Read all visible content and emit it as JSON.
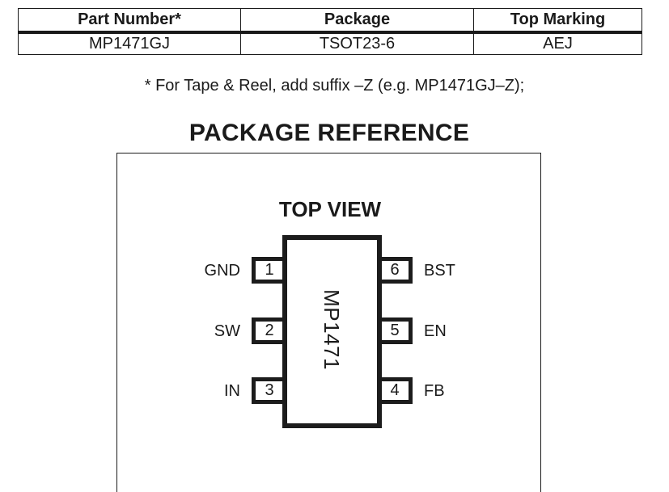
{
  "ordering_table": {
    "headers": [
      "Part Number*",
      "Package",
      "Top Marking"
    ],
    "rows": [
      [
        "MP1471GJ",
        "TSOT23-6",
        "AEJ"
      ]
    ]
  },
  "footnote": "* For Tape & Reel, add suffix –Z (e.g. MP1471GJ–Z);",
  "section_title": "PACKAGE REFERENCE",
  "package_diagram": {
    "view_label": "TOP VIEW",
    "ic_marking": "MP1471",
    "pins_left": [
      {
        "number": "1",
        "name": "GND"
      },
      {
        "number": "2",
        "name": "SW"
      },
      {
        "number": "3",
        "name": "IN"
      }
    ],
    "pins_right": [
      {
        "number": "6",
        "name": "BST"
      },
      {
        "number": "5",
        "name": "EN"
      },
      {
        "number": "4",
        "name": "FB"
      }
    ]
  }
}
